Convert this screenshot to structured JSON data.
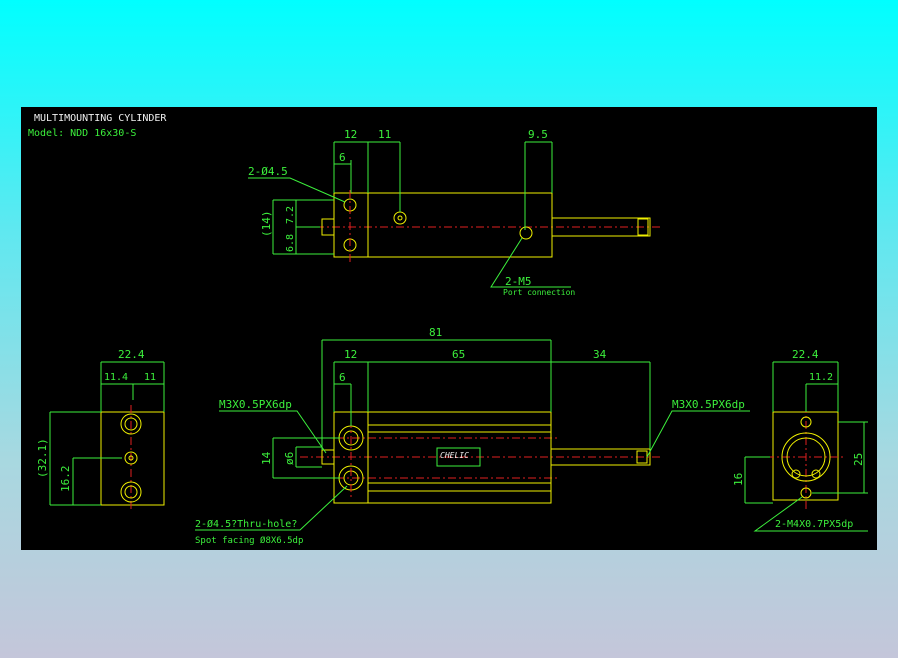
{
  "title": "MULTIMOUNTING CYLINDER",
  "model": "Model: NDD 16x30-S",
  "top_view": {
    "dims": {
      "d12": "12",
      "d11": "11",
      "d6": "6",
      "d95": "9.5",
      "d14": "(14)",
      "d72": "7.2",
      "d68": "6.8"
    },
    "hole_label": "2-Ø4.5",
    "port_label": "2-M5",
    "port_sub": "Port connection"
  },
  "front_view": {
    "dims": {
      "d81": "81",
      "d12": "12",
      "d65": "65",
      "d34": "34",
      "d6": "6",
      "d14": "14",
      "dphi6": "ø6"
    },
    "thread_left": "M3X0.5PX6dp",
    "thread_right": "M3X0.5PX6dp",
    "hole_label": "2-Ø4.5?Thru-hole?",
    "hole_sub": "Spot facing Ø8X6.5dp",
    "logo": "CHELIC"
  },
  "left_view": {
    "dims": {
      "d224": "22.4",
      "d114": "11.4",
      "d11": "11",
      "d321": "(32.1)",
      "d162": "16.2"
    }
  },
  "right_view": {
    "dims": {
      "d224": "22.4",
      "d112": "11.2",
      "d25": "25",
      "d16": "16"
    },
    "thread_label": "2-M4X0.7PX5dp"
  }
}
